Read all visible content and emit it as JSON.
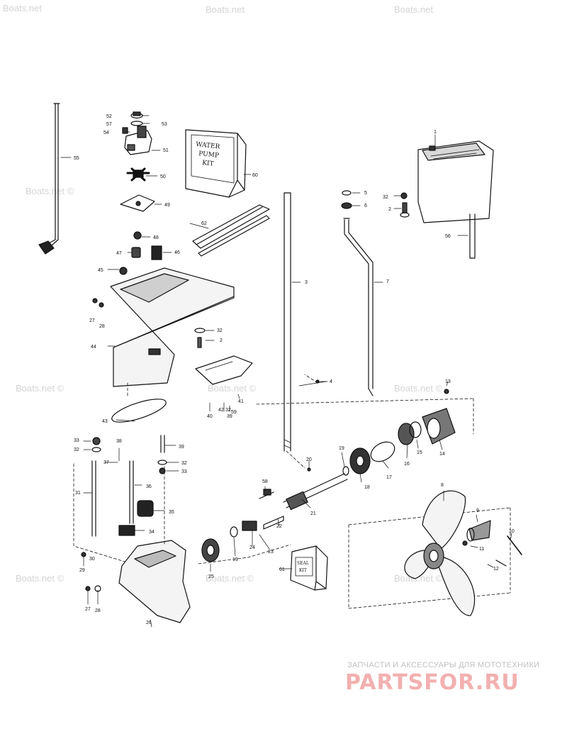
{
  "watermark": "Boats.net",
  "watermark_copy": "Boats.net ©",
  "footer": {
    "caption": "ЗАПЧАСТИ И АКСЕССУАРЫ ДЛЯ МОТОТЕХНИКИ",
    "logo": "PARTSFOR.RU"
  },
  "kits": {
    "water_pump_kit": [
      "WATER",
      "PUMP",
      "KIT"
    ],
    "seal_kit": [
      "SEAL",
      "KIT"
    ]
  },
  "callouts": [
    "1",
    "2",
    "3",
    "4",
    "5",
    "6",
    "7",
    "8",
    "9",
    "10",
    "11",
    "12",
    "13",
    "14",
    "15",
    "16",
    "17",
    "18",
    "19",
    "20",
    "21",
    "22",
    "23",
    "24",
    "25",
    "26",
    "27",
    "28",
    "29",
    "30",
    "31",
    "32",
    "33",
    "34",
    "35",
    "36",
    "37",
    "38",
    "39",
    "40",
    "41",
    "42",
    "43",
    "44",
    "45",
    "46",
    "47",
    "48",
    "49",
    "50",
    "51",
    "52",
    "53",
    "54",
    "55",
    "56",
    "57",
    "58",
    "59",
    "60",
    "61",
    "62"
  ]
}
